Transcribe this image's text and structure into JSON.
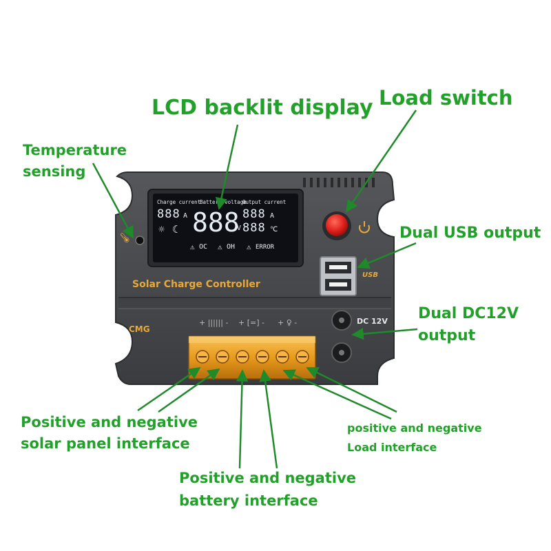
{
  "labels": {
    "lcd": "LCD backlit display",
    "load_switch": "Load switch",
    "temperature": [
      "Temperature",
      "sensing"
    ],
    "usb": "Dual USB output",
    "dc12v": [
      "Dual DC12V",
      "output"
    ],
    "solar": [
      "Positive and negative",
      "solar panel interface"
    ],
    "battery": [
      "Positive and negative",
      "battery interface"
    ],
    "load": [
      "positive and negative",
      "Load interface"
    ]
  },
  "device": {
    "name": "Solar Charge Controller",
    "brand": "CMG",
    "dc_label": "DC 12V",
    "usb_mark": "USB",
    "lcd": {
      "header_charge": "Charge current",
      "header_battery": "Battery voltage",
      "header_output": "Output current",
      "seg_small": "888",
      "seg_big": "888",
      "unit_a": "A",
      "unit_v": "V",
      "unit_c": "℃",
      "warn_oc": "OC",
      "warn_oh": "OH",
      "warn_error": "ERROR"
    }
  },
  "colors": {
    "label_green": "#22a12a",
    "device_body": "#47494c",
    "lcd_bg": "#0d0f14",
    "terminal_amber": "#e89b1c",
    "switch_red": "#e0201c"
  }
}
